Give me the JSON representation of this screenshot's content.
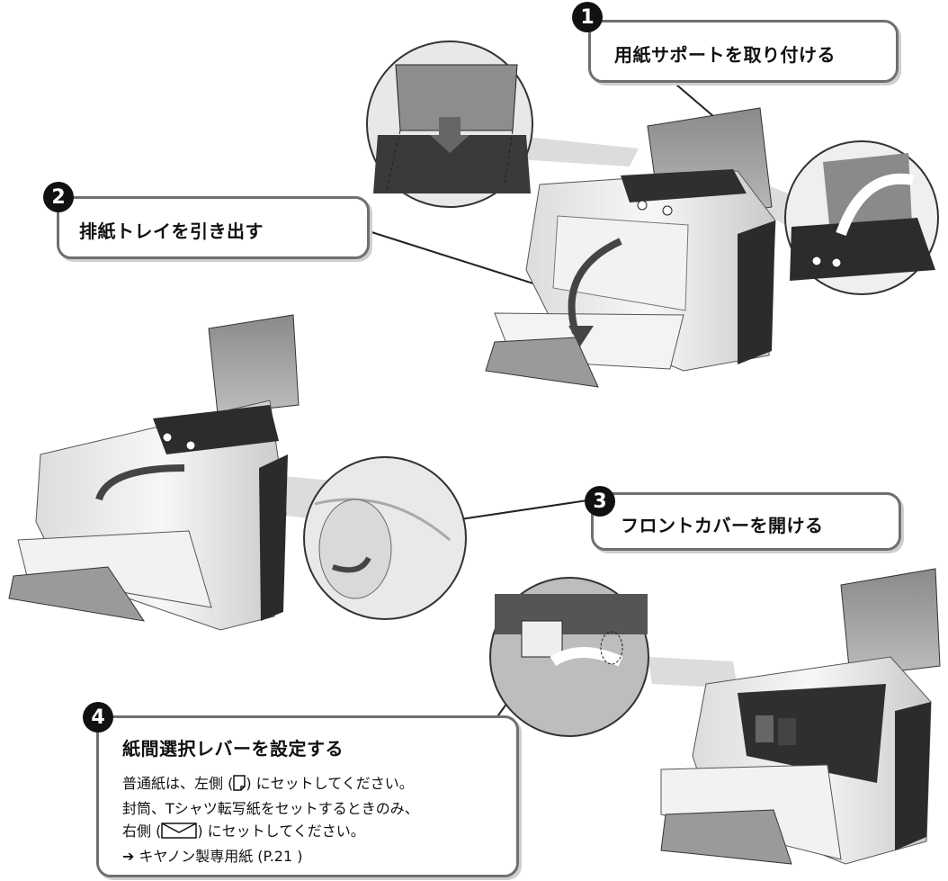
{
  "steps": [
    {
      "number": "1",
      "label": "用紙サポートを取り付ける"
    },
    {
      "number": "2",
      "label": "排紙トレイを引き出す"
    },
    {
      "number": "3",
      "label": "フロントカバーを開ける"
    },
    {
      "number": "4",
      "label": "紙間選択レバーを設定する"
    }
  ],
  "step4_notes": {
    "line1_a": "普通紙は、左側 (",
    "line1_b": ") にセットしてください。",
    "line2": "封筒、Tシャツ転写紙をセットするときのみ、",
    "line3_a": "右側 (",
    "line3_b": ") にセットしてください。",
    "line4_arrow": "➔",
    "line4_link": "キヤノン製専用紙 (P.21 )"
  },
  "icons": [
    "single-sheet-icon",
    "envelope-icon",
    "right-arrow-icon"
  ],
  "colors": {
    "callout_border": "#6f6f6f",
    "line": "#222222",
    "printer_body": "#eeeeee",
    "printer_dark": "#2b2b2b"
  }
}
